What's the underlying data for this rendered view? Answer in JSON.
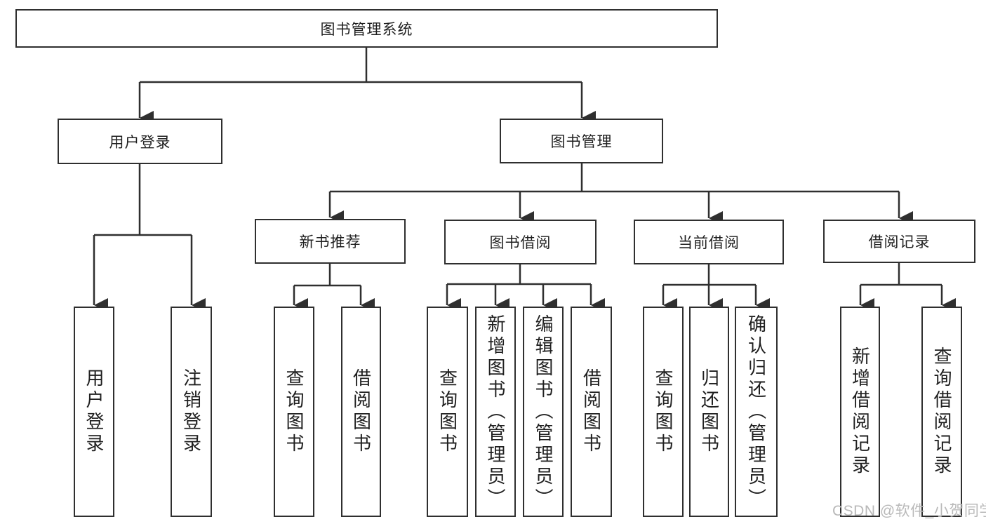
{
  "diagram_title": "图书管理系统",
  "colors": {
    "background": "#ffffff",
    "line": "#2f2f2f",
    "box_border": "#2f2f2f",
    "box_fill": "#ffffff",
    "text": "#1f1f1f",
    "watermark": "#b9b9b9"
  },
  "root": {
    "label": "图书管理系统"
  },
  "branches": [
    {
      "label": "用户登录",
      "children": [
        {
          "label": "用户登录"
        },
        {
          "label": "注销登录"
        }
      ]
    },
    {
      "label": "图书管理",
      "sections": [
        {
          "label": "新书推荐",
          "children": [
            {
              "label": "查询图书"
            },
            {
              "label": "借阅图书"
            }
          ]
        },
        {
          "label": "图书借阅",
          "children": [
            {
              "label": "查询图书"
            },
            {
              "label": "新增图书（管理员）"
            },
            {
              "label": "编辑图书（管理员）"
            },
            {
              "label": "借阅图书"
            }
          ]
        },
        {
          "label": "当前借阅",
          "children": [
            {
              "label": "查询图书"
            },
            {
              "label": "归还图书"
            },
            {
              "label": "确认归还（管理员）"
            }
          ]
        },
        {
          "label": "借阅记录",
          "children": [
            {
              "label": "新增借阅记录"
            },
            {
              "label": "查询借阅记录"
            }
          ]
        }
      ]
    }
  ],
  "watermark": "CSDN @软件_小贺同学"
}
